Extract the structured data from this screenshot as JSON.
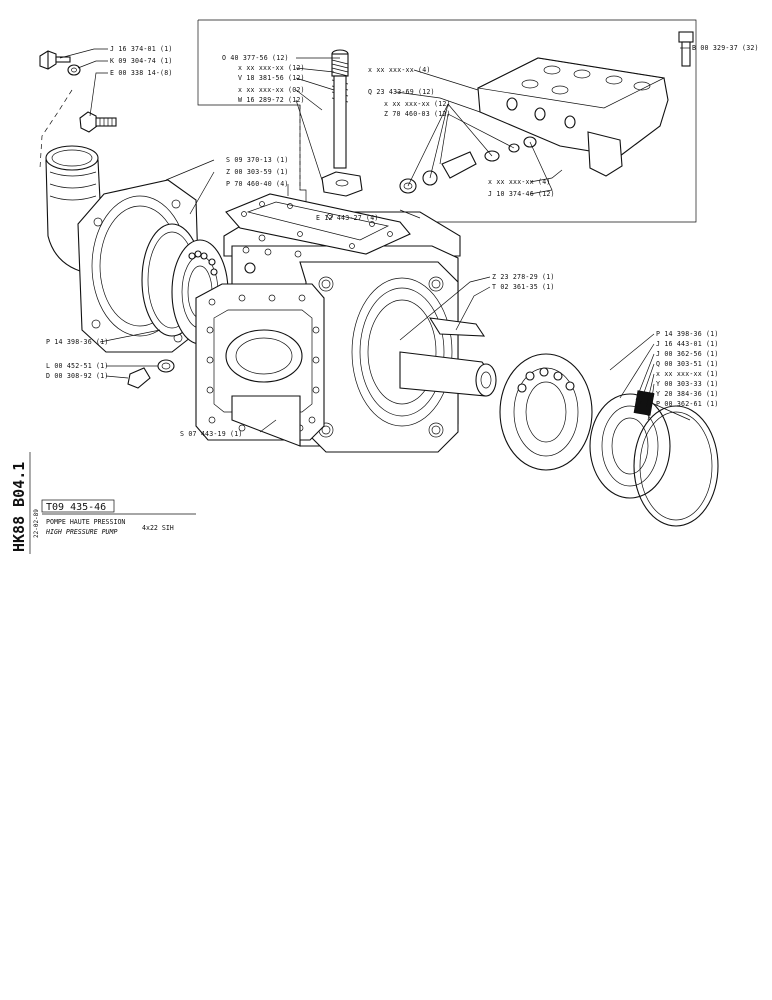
{
  "callouts": {
    "c01": "J 16 374-01 (1)",
    "c02": "K 09 304-74 (1)",
    "c03": "E 00 338 14-(8)",
    "c04": "S 09 370-13 (1)",
    "c05": "Z 00 303-59 (1)",
    "c06": "P 70 460-40 (4)",
    "c07": "P 14 398-36 (1)",
    "c08": "L 00 452-51 (1)",
    "c09": "D 00 308-92 (1)",
    "c10": "S 07 443-19 (1)",
    "c11": "O 40 377-56 (12)",
    "c12": "x xx xxx-xx (12)",
    "c13": "V 18 381-56 (12)",
    "c14": "x xx xxx-xx (02)",
    "c15": "W 16 289-72 (12)",
    "c16": "E 12 443-27 (4)",
    "c17": "x xx xxx-xx (4)",
    "c18": "Q 23 433-69 (12)",
    "c19": "x xx xxx-xx (12)",
    "c20": "Z 70 460-03 (12)",
    "c21": "x xx xxx-xx (4)",
    "c22": "J 10 374-46 (12)",
    "c23": "B 00 329-37 (32)",
    "c24": "Z 23 278-29 (1)",
    "c25": "T 02 361-35 (1)",
    "c26": "P 14 398-36 (1)",
    "c27": "J 16 443-01 (1)",
    "c28": "J 00 362-56 (1)",
    "c29": "Q 00 303-51 (1)",
    "c30": "x xx xxx-xx (1)",
    "c31": "Y 00 303-33 (1)",
    "c32": "Y 20 384-36 (1)",
    "c33": "P 00 362-61 (1)"
  },
  "title_block": {
    "side_code": "HK88 B04.1",
    "date": "22-02-89",
    "part_number": "T09 435-46",
    "title_fr": "POMPE HAUTE PRESSION",
    "title_en": "HIGH PRESSURE PUMP",
    "model": "4x22 SIH"
  }
}
